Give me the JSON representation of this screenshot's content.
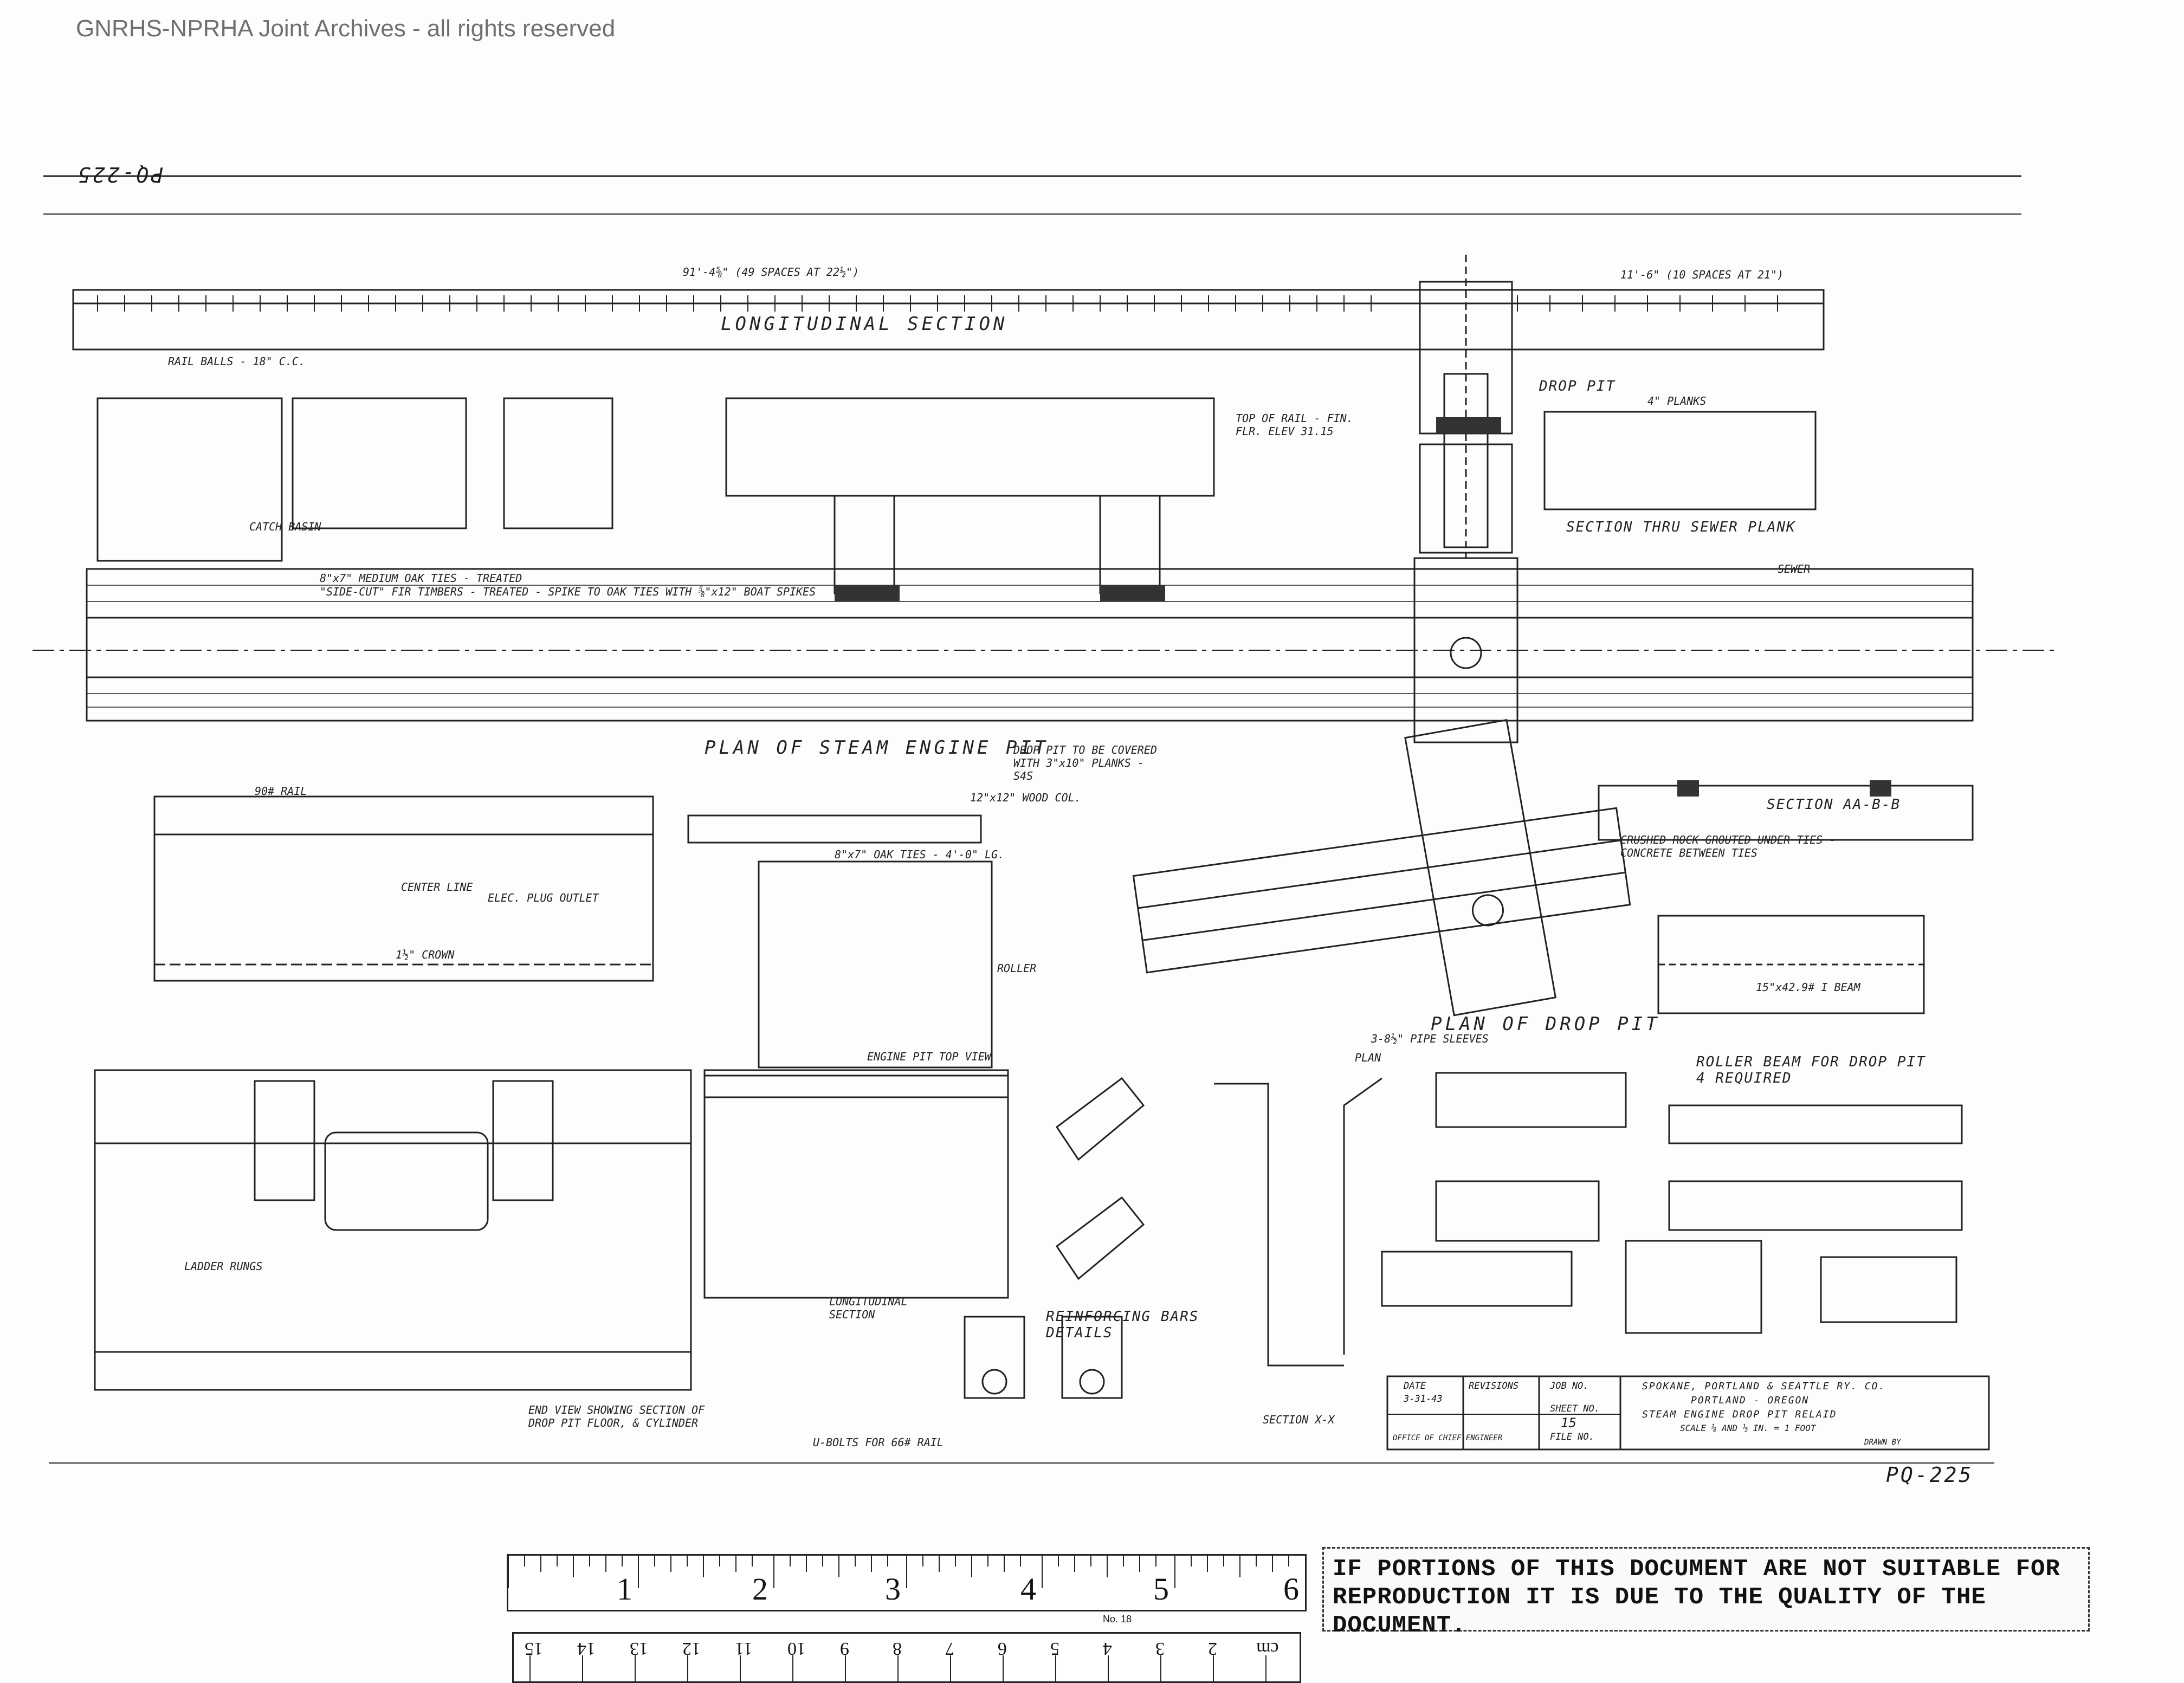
{
  "watermark": "GNRHS-NPRHA Joint Archives - all rights reserved",
  "drawing_number": "PQ-225",
  "drawing_number_mirrored": "PQ-225",
  "views": {
    "longitudinal_section": "LONGITUDINAL SECTION",
    "plan_steam_engine_pit": "PLAN OF STEAM ENGINE PIT",
    "plan_drop_pit": "PLAN OF DROP PIT",
    "drop_pit": "DROP PIT",
    "section_sewer_plank": "SECTION THRU SEWER PLANK",
    "section_aabb": "SECTION AA-B-B",
    "roller_beam": "ROLLER BEAM FOR DROP PIT  4 REQUIRED",
    "reinforcing_bars": "REINFORCING BARS DETAILS",
    "end_view": "END VIEW SHOWING SECTION OF DROP PIT FLOOR, & CYLINDER",
    "longitudinal_section_small": "LONGITUDINAL SECTION",
    "section_xx": "SECTION X-X",
    "engine_pit_top_view": "ENGINE PIT  TOP VIEW",
    "catch_basin": "CATCH BASIN",
    "ladder_rungs": "LADDER RUNGS",
    "u_bolts": "U-BOLTS FOR 66# RAIL"
  },
  "notes": {
    "spacing": "91'-4⅝\" (49 SPACES AT 22½\")",
    "spacing2": "11'-6\" (10 SPACES AT 21\")",
    "rail_balls": "RAIL BALLS - 18\" C.C.",
    "ties": "8\"x7\" MEDIUM OAK TIES - TREATED",
    "timbers": "\"SIDE-CUT\" FIR TIMBERS - TREATED - SPIKE TO OAK TIES WITH ⅝\"x12\" BOAT SPIKES",
    "cover": "DROP PIT TO BE COVERED WITH 3\"x10\" PLANKS - S4S",
    "top_of_rail": "TOP OF RAIL - FIN. FLR. ELEV 31.15",
    "rail_90": "90# RAIL",
    "beam": "15\"x42.9# I BEAM",
    "oak_ties": "8\"x7\" OAK TIES - 4'-0\" LG.",
    "wood_col": "12\"x12\" WOOD COL.",
    "crown": "1½\" CROWN",
    "center_line": "CENTER LINE",
    "elec": "ELEC. PLUG OUTLET",
    "pipe_sleeves": "3-8½\" PIPE SLEEVES",
    "crushed_rock": "CRUSHED ROCK GROUTED UNDER TIES - CONCRETE BETWEEN TIES",
    "sewer": "SEWER",
    "planks": "4\" PLANKS",
    "roller": "ROLLER",
    "plan": "PLAN"
  },
  "title_block": {
    "date_label": "DATE",
    "date_value": "3-31-43",
    "revisions_label": "REVISIONS",
    "job_no_label": "JOB NO.",
    "sheet_no_label": "SHEET NO.",
    "sheet_no_value": "15",
    "file_no_label": "FILE NO.",
    "office": "OFFICE OF CHIEF ENGINEER",
    "railway": "SPOKANE, PORTLAND & SEATTLE RY. CO.",
    "location": "PORTLAND - OREGON",
    "subject": "STEAM ENGINE DROP PIT RELAID",
    "scale": "SCALE ¼ AND ½ IN. = 1 FOOT",
    "drawn": "DRAWN BY"
  },
  "disclaimer": "IF PORTIONS OF THIS DOCUMENT ARE NOT SUITABLE FOR REPRODUCTION IT IS DUE TO THE QUALITY OF THE DOCUMENT.",
  "ruler": {
    "inch_marks": [
      "1",
      "2",
      "3",
      "4",
      "5",
      "6"
    ],
    "cm_marks": [
      "cm",
      "2",
      "3",
      "4",
      "5",
      "6",
      "7",
      "8",
      "9",
      "10",
      "11",
      "12",
      "13",
      "14",
      "15"
    ],
    "model": "No. 18"
  }
}
